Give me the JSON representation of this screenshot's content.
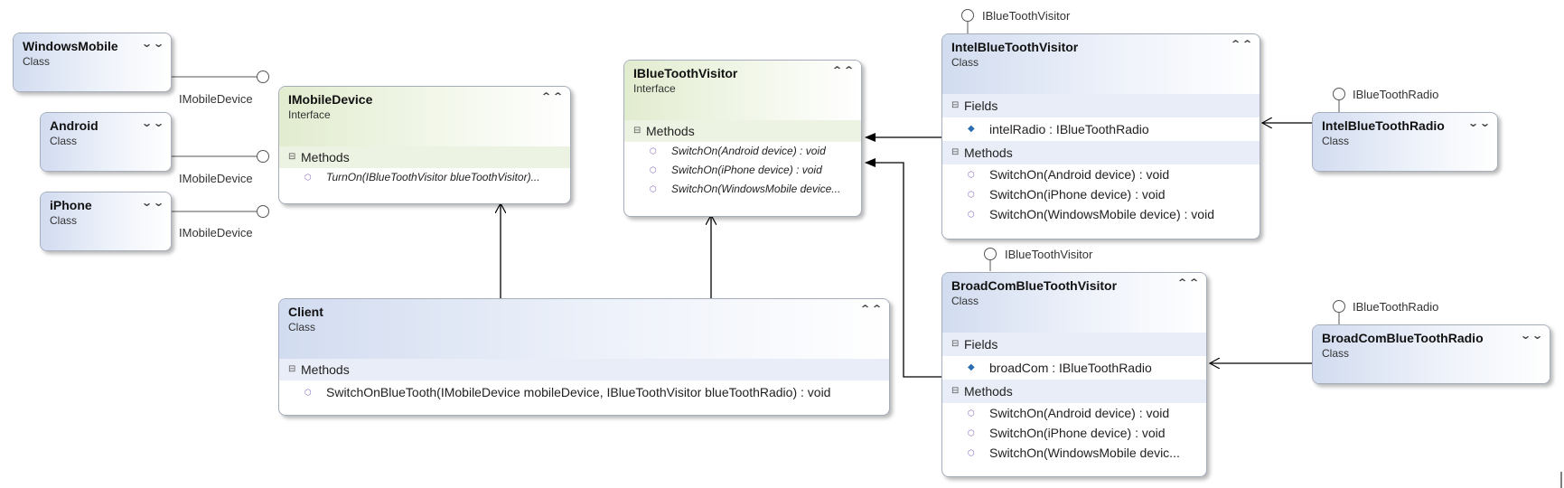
{
  "classes": {
    "windowsmobile": {
      "name": "WindowsMobile",
      "kind": "Class",
      "toggle": "⌄⌄"
    },
    "android": {
      "name": "Android",
      "kind": "Class",
      "toggle": "⌄⌄"
    },
    "iphone": {
      "name": "iPhone",
      "kind": "Class",
      "toggle": "⌄⌄"
    },
    "imobiledevice": {
      "name": "IMobileDevice",
      "kind": "Interface",
      "toggle": "⌃⌃",
      "methods_label": "Methods",
      "methods": [
        "TurnOn(IBlueToothVisitor  blueToothVisitor)..."
      ]
    },
    "ibluetoothvisitor": {
      "name": "IBlueToothVisitor",
      "kind": "Interface",
      "toggle": "⌃⌃",
      "methods_label": "Methods",
      "methods": [
        "SwitchOn(Android device) : void",
        "SwitchOn(iPhone device) : void",
        "SwitchOn(WindowsMobile  device..."
      ]
    },
    "client": {
      "name": "Client",
      "kind": "Class",
      "toggle": "⌃⌃",
      "methods_label": "Methods",
      "methods": [
        "SwitchOnBlueTooth(IMobileDevice mobileDevice, IBlueToothVisitor blueToothRadio) : void"
      ]
    },
    "intelvisitor": {
      "name": "IntelBlueToothVisitor",
      "kind": "Class",
      "toggle": "⌃⌃",
      "fields_label": "Fields",
      "fields": [
        "intelRadio : IBlueToothRadio"
      ],
      "methods_label": "Methods",
      "methods": [
        "SwitchOn(Android device) : void",
        "SwitchOn(iPhone device) : void",
        "SwitchOn(WindowsMobile device) : void"
      ]
    },
    "broadcomvisitor": {
      "name": "BroadComBlueToothVisitor",
      "kind": "Class",
      "toggle": "⌃⌃",
      "fields_label": "Fields",
      "fields": [
        "broadCom : IBlueToothRadio"
      ],
      "methods_label": "Methods",
      "methods": [
        "SwitchOn(Android device) : void",
        "SwitchOn(iPhone device) : void",
        "SwitchOn(WindowsMobile  devic..."
      ]
    },
    "intelradio": {
      "name": "IntelBlueToothRadio",
      "kind": "Class",
      "toggle": "⌄⌄"
    },
    "broadcomradio": {
      "name": "BroadComBlueToothRadio",
      "kind": "Class",
      "toggle": "⌄⌄"
    }
  },
  "lollipops": {
    "windowsmobile": "IMobileDevice",
    "android": "IMobileDevice",
    "iphone": "IMobileDevice",
    "intelvisitor": "IBlueToothVisitor",
    "broadcomvisitor": "IBlueToothVisitor",
    "intelradio": "IBlueToothRadio",
    "broadcomradio": "IBlueToothRadio"
  },
  "colors": {
    "class_header": "#d2dcf0",
    "interface_header": "#e2eccf",
    "border": "#a6adbb",
    "connector": "#000000"
  }
}
